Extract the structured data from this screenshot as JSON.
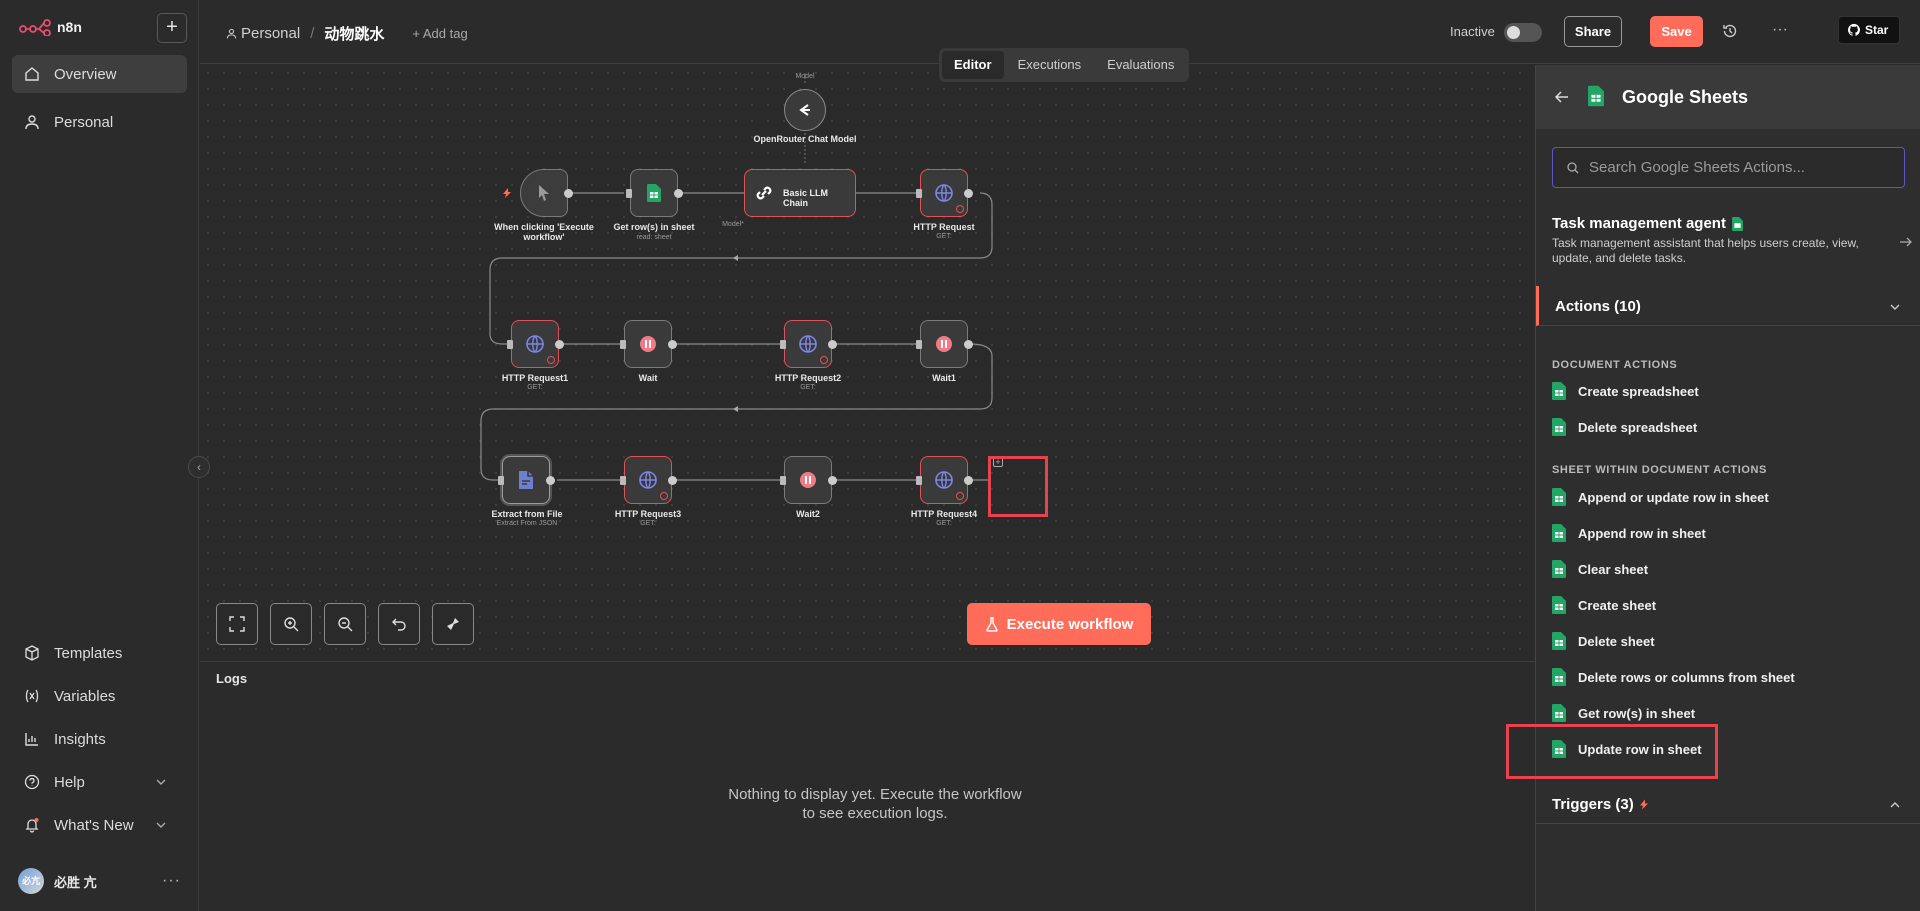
{
  "app": {
    "name": "n8n",
    "brand_color": "#ff6d5a"
  },
  "sidebar": {
    "items": [
      {
        "label": "Overview",
        "icon": "home-icon"
      },
      {
        "label": "Personal",
        "icon": "user-icon"
      }
    ],
    "bottom": [
      {
        "label": "Templates",
        "icon": "box-icon"
      },
      {
        "label": "Variables",
        "icon": "variable-icon"
      },
      {
        "label": "Insights",
        "icon": "chart-icon"
      },
      {
        "label": "Help",
        "icon": "help-icon"
      },
      {
        "label": "What's New",
        "icon": "bell-icon"
      }
    ],
    "user": {
      "name": "必胜 亢",
      "avatar_text": "必亢"
    },
    "more": "···"
  },
  "header": {
    "project": "Personal",
    "workflow_name": "动物跳水",
    "add_tag": "+ Add tag",
    "status_label": "Inactive",
    "share_label": "Share",
    "save_label": "Save",
    "more": "···",
    "star_label": "Star"
  },
  "tabs": [
    "Editor",
    "Executions",
    "Evaluations"
  ],
  "nodes": {
    "model": {
      "label": "OpenRouter Chat Model",
      "top": "Model"
    },
    "trigger": {
      "label": "When clicking 'Execute workflow'"
    },
    "get_rows": {
      "label": "Get row(s) in sheet",
      "sub": "read: sheet"
    },
    "llm": {
      "label": "Basic LLM Chain",
      "sub": "Model*"
    },
    "http": {
      "label": "HTTP Request",
      "sub": "GET:"
    },
    "http1": {
      "label": "HTTP Request1",
      "sub": "GET:"
    },
    "wait": {
      "label": "Wait"
    },
    "http2": {
      "label": "HTTP Request2",
      "sub": "GET:"
    },
    "wait1": {
      "label": "Wait1"
    },
    "extract": {
      "label": "Extract from File",
      "sub": "Extract From JSON"
    },
    "http3": {
      "label": "HTTP Request3",
      "sub": "GET:"
    },
    "wait2": {
      "label": "Wait2"
    },
    "http4": {
      "label": "HTTP Request4",
      "sub": "GET:"
    }
  },
  "canvas": {
    "execute_label": "Execute workflow"
  },
  "logs": {
    "title": "Logs",
    "empty": "Nothing to display yet. Execute the workflow to see execution logs."
  },
  "panel": {
    "title": "Google Sheets",
    "search_placeholder": "Search Google Sheets Actions...",
    "agent_title": "Task management agent",
    "agent_desc": "Task management assistant that helps users create, view, update, and delete tasks.",
    "actions_header": "Actions (10)",
    "doc_group": "DOCUMENT ACTIONS",
    "doc_actions": [
      "Create spreadsheet",
      "Delete spreadsheet"
    ],
    "sheet_group": "SHEET WITHIN DOCUMENT ACTIONS",
    "sheet_actions": [
      "Append or update row in sheet",
      "Append row in sheet",
      "Clear sheet",
      "Create sheet",
      "Delete sheet",
      "Delete rows or columns from sheet",
      "Get row(s) in sheet",
      "Update row in sheet"
    ],
    "triggers_header": "Triggers (3)"
  },
  "colors": {
    "error": "#e0505a",
    "highlight": "#e8424f",
    "sheets_green": "#23a566",
    "accent_purple": "#5f55c9"
  }
}
